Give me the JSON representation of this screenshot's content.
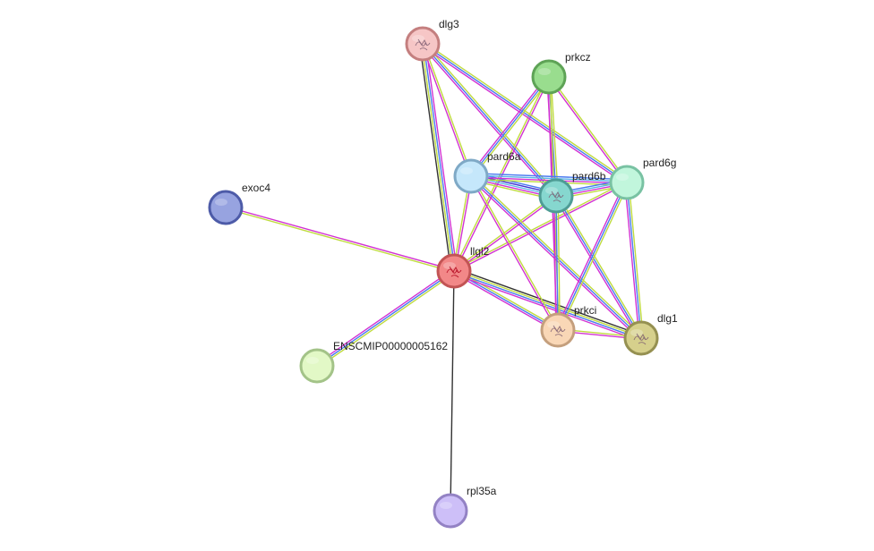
{
  "network": {
    "nodes": [
      {
        "id": "dlg3",
        "label": "dlg3",
        "fill": "#f6c6c6",
        "stroke": "#c47f7f",
        "icon": "protein-structure-icon"
      },
      {
        "id": "prkcz",
        "label": "prkcz",
        "fill": "#99dd8e",
        "stroke": "#5ea356",
        "icon": null
      },
      {
        "id": "pard6a",
        "label": "pard6a",
        "fill": "#c5e7fb",
        "stroke": "#7fa9c6",
        "icon": null
      },
      {
        "id": "pard6b",
        "label": "pard6b",
        "fill": "#86d7cf",
        "stroke": "#4e9c95",
        "icon": "protein-structure-icon"
      },
      {
        "id": "pard6g",
        "label": "pard6g",
        "fill": "#c1f6dc",
        "stroke": "#79c2a3",
        "icon": null
      },
      {
        "id": "exoc4",
        "label": "exoc4",
        "fill": "#97a3e0",
        "stroke": "#4d5ba8",
        "icon": null
      },
      {
        "id": "llgl2",
        "label": "llgl2",
        "fill": "#f28888",
        "stroke": "#c25454",
        "icon": "protein-structure-icon"
      },
      {
        "id": "prkci",
        "label": "prkci",
        "fill": "#f9d7b6",
        "stroke": "#c49f7d",
        "icon": "protein-structure-icon"
      },
      {
        "id": "dlg1",
        "label": "dlg1",
        "fill": "#d6d08c",
        "stroke": "#959051",
        "icon": "protein-structure-icon"
      },
      {
        "id": "ENSCMIP00000005162",
        "label": "ENSCMIP00000005162",
        "fill": "#e2f8c6",
        "stroke": "#a3c388",
        "icon": null
      },
      {
        "id": "rpl35a",
        "label": "rpl35a",
        "fill": "#cdbff8",
        "stroke": "#9382c4",
        "icon": null
      }
    ],
    "edges": [
      {
        "source": "llgl2",
        "target": "dlg3",
        "colors": [
          "#333333",
          "#bfdb3e",
          "#4a7af0",
          "#d232d2"
        ]
      },
      {
        "source": "llgl2",
        "target": "prkcz",
        "colors": [
          "#bfdb3e",
          "#d232d2"
        ]
      },
      {
        "source": "llgl2",
        "target": "pard6a",
        "colors": [
          "#bfdb3e",
          "#d232d2"
        ]
      },
      {
        "source": "llgl2",
        "target": "pard6b",
        "colors": [
          "#bfdb3e",
          "#d232d2"
        ]
      },
      {
        "source": "llgl2",
        "target": "pard6g",
        "colors": [
          "#bfdb3e",
          "#d232d2"
        ]
      },
      {
        "source": "llgl2",
        "target": "exoc4",
        "colors": [
          "#bfdb3e",
          "#d232d2"
        ]
      },
      {
        "source": "llgl2",
        "target": "prkci",
        "colors": [
          "#bfdb3e",
          "#4a7af0",
          "#d232d2"
        ]
      },
      {
        "source": "llgl2",
        "target": "dlg1",
        "colors": [
          "#333333",
          "#bfdb3e",
          "#4a7af0",
          "#d232d2"
        ]
      },
      {
        "source": "llgl2",
        "target": "ENSCMIP00000005162",
        "colors": [
          "#bfdb3e",
          "#4a7af0",
          "#d232d2"
        ]
      },
      {
        "source": "llgl2",
        "target": "rpl35a",
        "colors": [
          "#333333"
        ]
      },
      {
        "source": "dlg3",
        "target": "pard6a",
        "colors": [
          "#bfdb3e",
          "#d232d2"
        ]
      },
      {
        "source": "dlg3",
        "target": "pard6b",
        "colors": [
          "#bfdb3e",
          "#4a7af0",
          "#d232d2"
        ]
      },
      {
        "source": "dlg3",
        "target": "pard6g",
        "colors": [
          "#bfdb3e",
          "#4a7af0",
          "#d232d2"
        ]
      },
      {
        "source": "prkcz",
        "target": "pard6a",
        "colors": [
          "#bfdb3e",
          "#4a7af0",
          "#d232d2"
        ]
      },
      {
        "source": "prkcz",
        "target": "pard6b",
        "colors": [
          "#bfdb3e",
          "#4a7af0",
          "#d232d2"
        ]
      },
      {
        "source": "prkcz",
        "target": "pard6g",
        "colors": [
          "#bfdb3e",
          "#d232d2"
        ]
      },
      {
        "source": "prkcz",
        "target": "prkci",
        "colors": [
          "#bfdb3e",
          "#d232d2"
        ]
      },
      {
        "source": "pard6a",
        "target": "pard6b",
        "colors": [
          "#4a7af0",
          "#3f32d2",
          "#5ab4e8",
          "#d232d2",
          "#bfdb3e"
        ]
      },
      {
        "source": "pard6a",
        "target": "pard6g",
        "colors": [
          "#4a7af0",
          "#5ab4e8",
          "#d232d2",
          "#bfdb3e"
        ]
      },
      {
        "source": "pard6a",
        "target": "prkci",
        "colors": [
          "#bfdb3e",
          "#d232d2"
        ]
      },
      {
        "source": "pard6a",
        "target": "dlg1",
        "colors": [
          "#bfdb3e",
          "#4a7af0",
          "#d232d2"
        ]
      },
      {
        "source": "pard6b",
        "target": "pard6g",
        "colors": [
          "#4a7af0",
          "#5ab4e8",
          "#d232d2",
          "#bfdb3e"
        ]
      },
      {
        "source": "pard6b",
        "target": "prkci",
        "colors": [
          "#bfdb3e",
          "#4a7af0",
          "#d232d2"
        ]
      },
      {
        "source": "pard6b",
        "target": "dlg1",
        "colors": [
          "#bfdb3e",
          "#4a7af0",
          "#d232d2"
        ]
      },
      {
        "source": "pard6g",
        "target": "prkci",
        "colors": [
          "#bfdb3e",
          "#4a7af0",
          "#d232d2"
        ]
      },
      {
        "source": "pard6g",
        "target": "dlg1",
        "colors": [
          "#bfdb3e",
          "#4a7af0",
          "#d232d2"
        ]
      },
      {
        "source": "prkci",
        "target": "dlg1",
        "colors": [
          "#bfdb3e",
          "#d232d2"
        ]
      }
    ]
  }
}
